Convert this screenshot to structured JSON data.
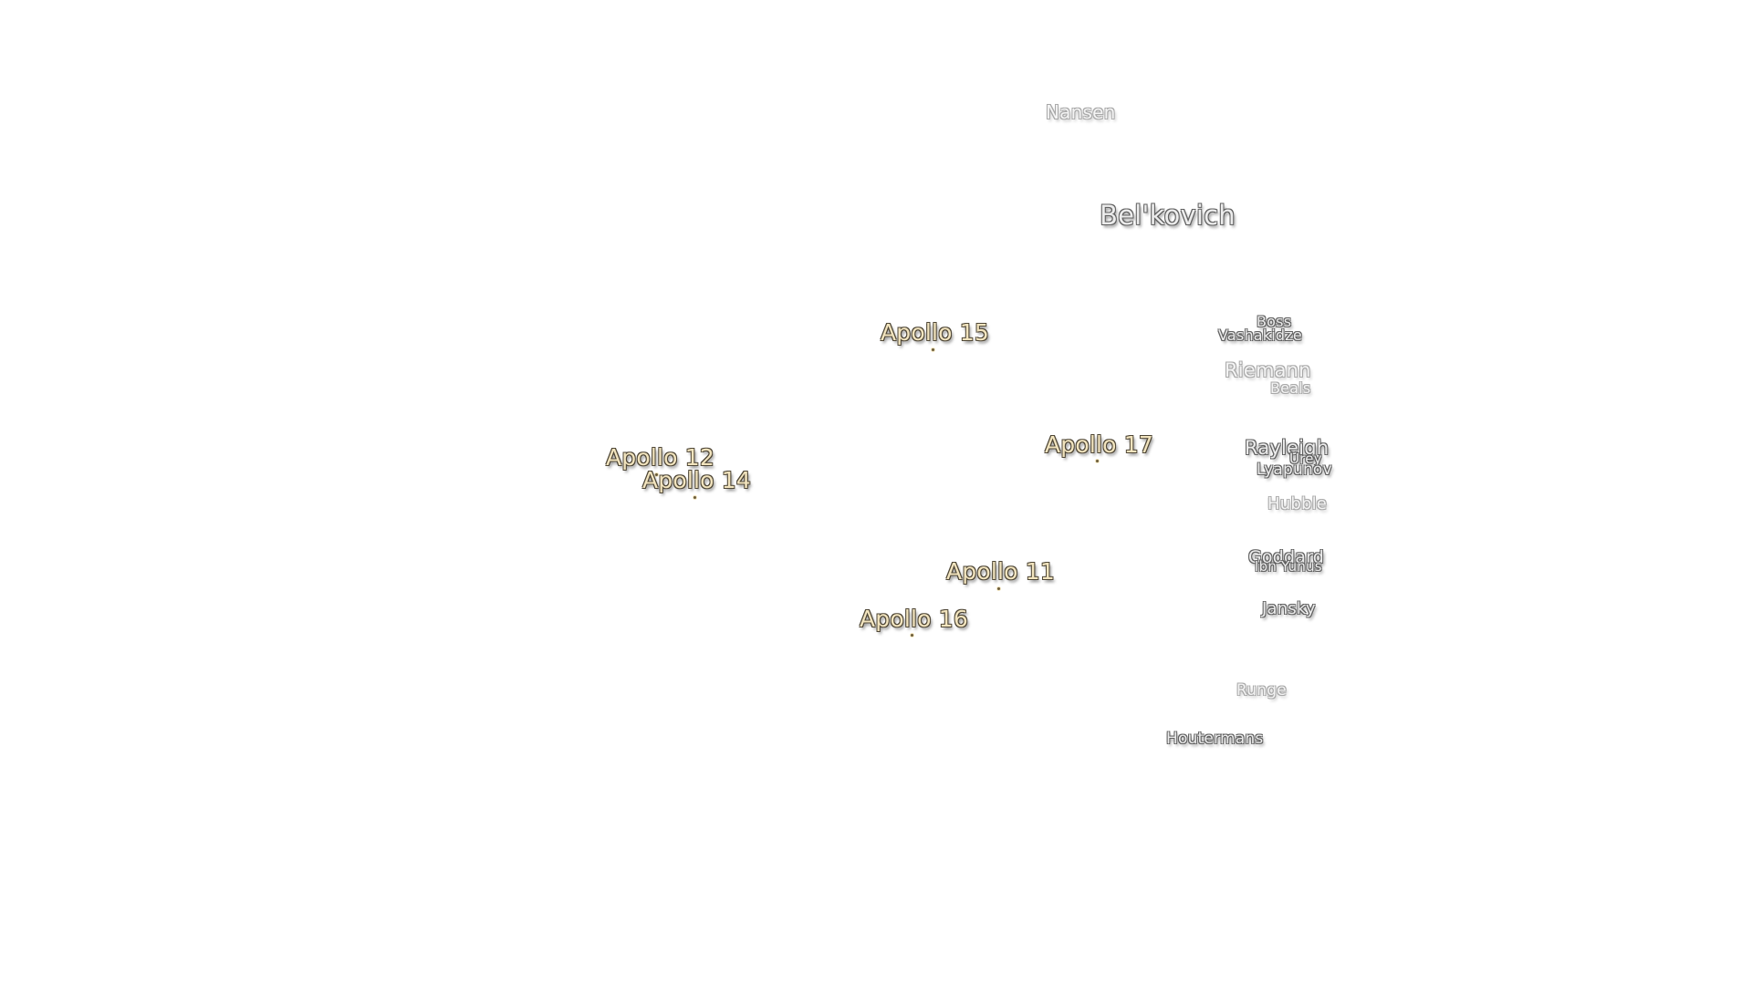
{
  "map": {
    "features": [
      {
        "id": "nansen",
        "name": "Nansen"
      },
      {
        "id": "belkovich",
        "name": "Bel'kovich"
      },
      {
        "id": "boss",
        "name": "Boss"
      },
      {
        "id": "vashakidze",
        "name": "Vashakidze"
      },
      {
        "id": "riemann",
        "name": "Riemann"
      },
      {
        "id": "beals",
        "name": "Beals"
      },
      {
        "id": "rayleigh",
        "name": "Rayleigh"
      },
      {
        "id": "urey",
        "name": "Urey"
      },
      {
        "id": "lyapunov",
        "name": "Lyapunov"
      },
      {
        "id": "hubble",
        "name": "Hubble"
      },
      {
        "id": "goddard",
        "name": "Goddard"
      },
      {
        "id": "ibn-yunus",
        "name": "Ibn Yunus"
      },
      {
        "id": "jansky",
        "name": "Jansky"
      },
      {
        "id": "runge",
        "name": "Runge"
      },
      {
        "id": "houtermans",
        "name": "Houtermans"
      }
    ],
    "landing_sites": [
      {
        "id": "apollo-15",
        "name": "Apollo 15"
      },
      {
        "id": "apollo-17",
        "name": "Apollo 17"
      },
      {
        "id": "apollo-12",
        "name": "Apollo 12"
      },
      {
        "id": "apollo-14",
        "name": "Apollo 14"
      },
      {
        "id": "apollo-11",
        "name": "Apollo 11"
      },
      {
        "id": "apollo-16",
        "name": "Apollo 16"
      }
    ],
    "colors": {
      "background": "#ffffff",
      "feature_label": "#ececec",
      "feature_outline": "#606060",
      "apollo_label": "#f2e4be",
      "apollo_outline": "#4e4636"
    }
  }
}
